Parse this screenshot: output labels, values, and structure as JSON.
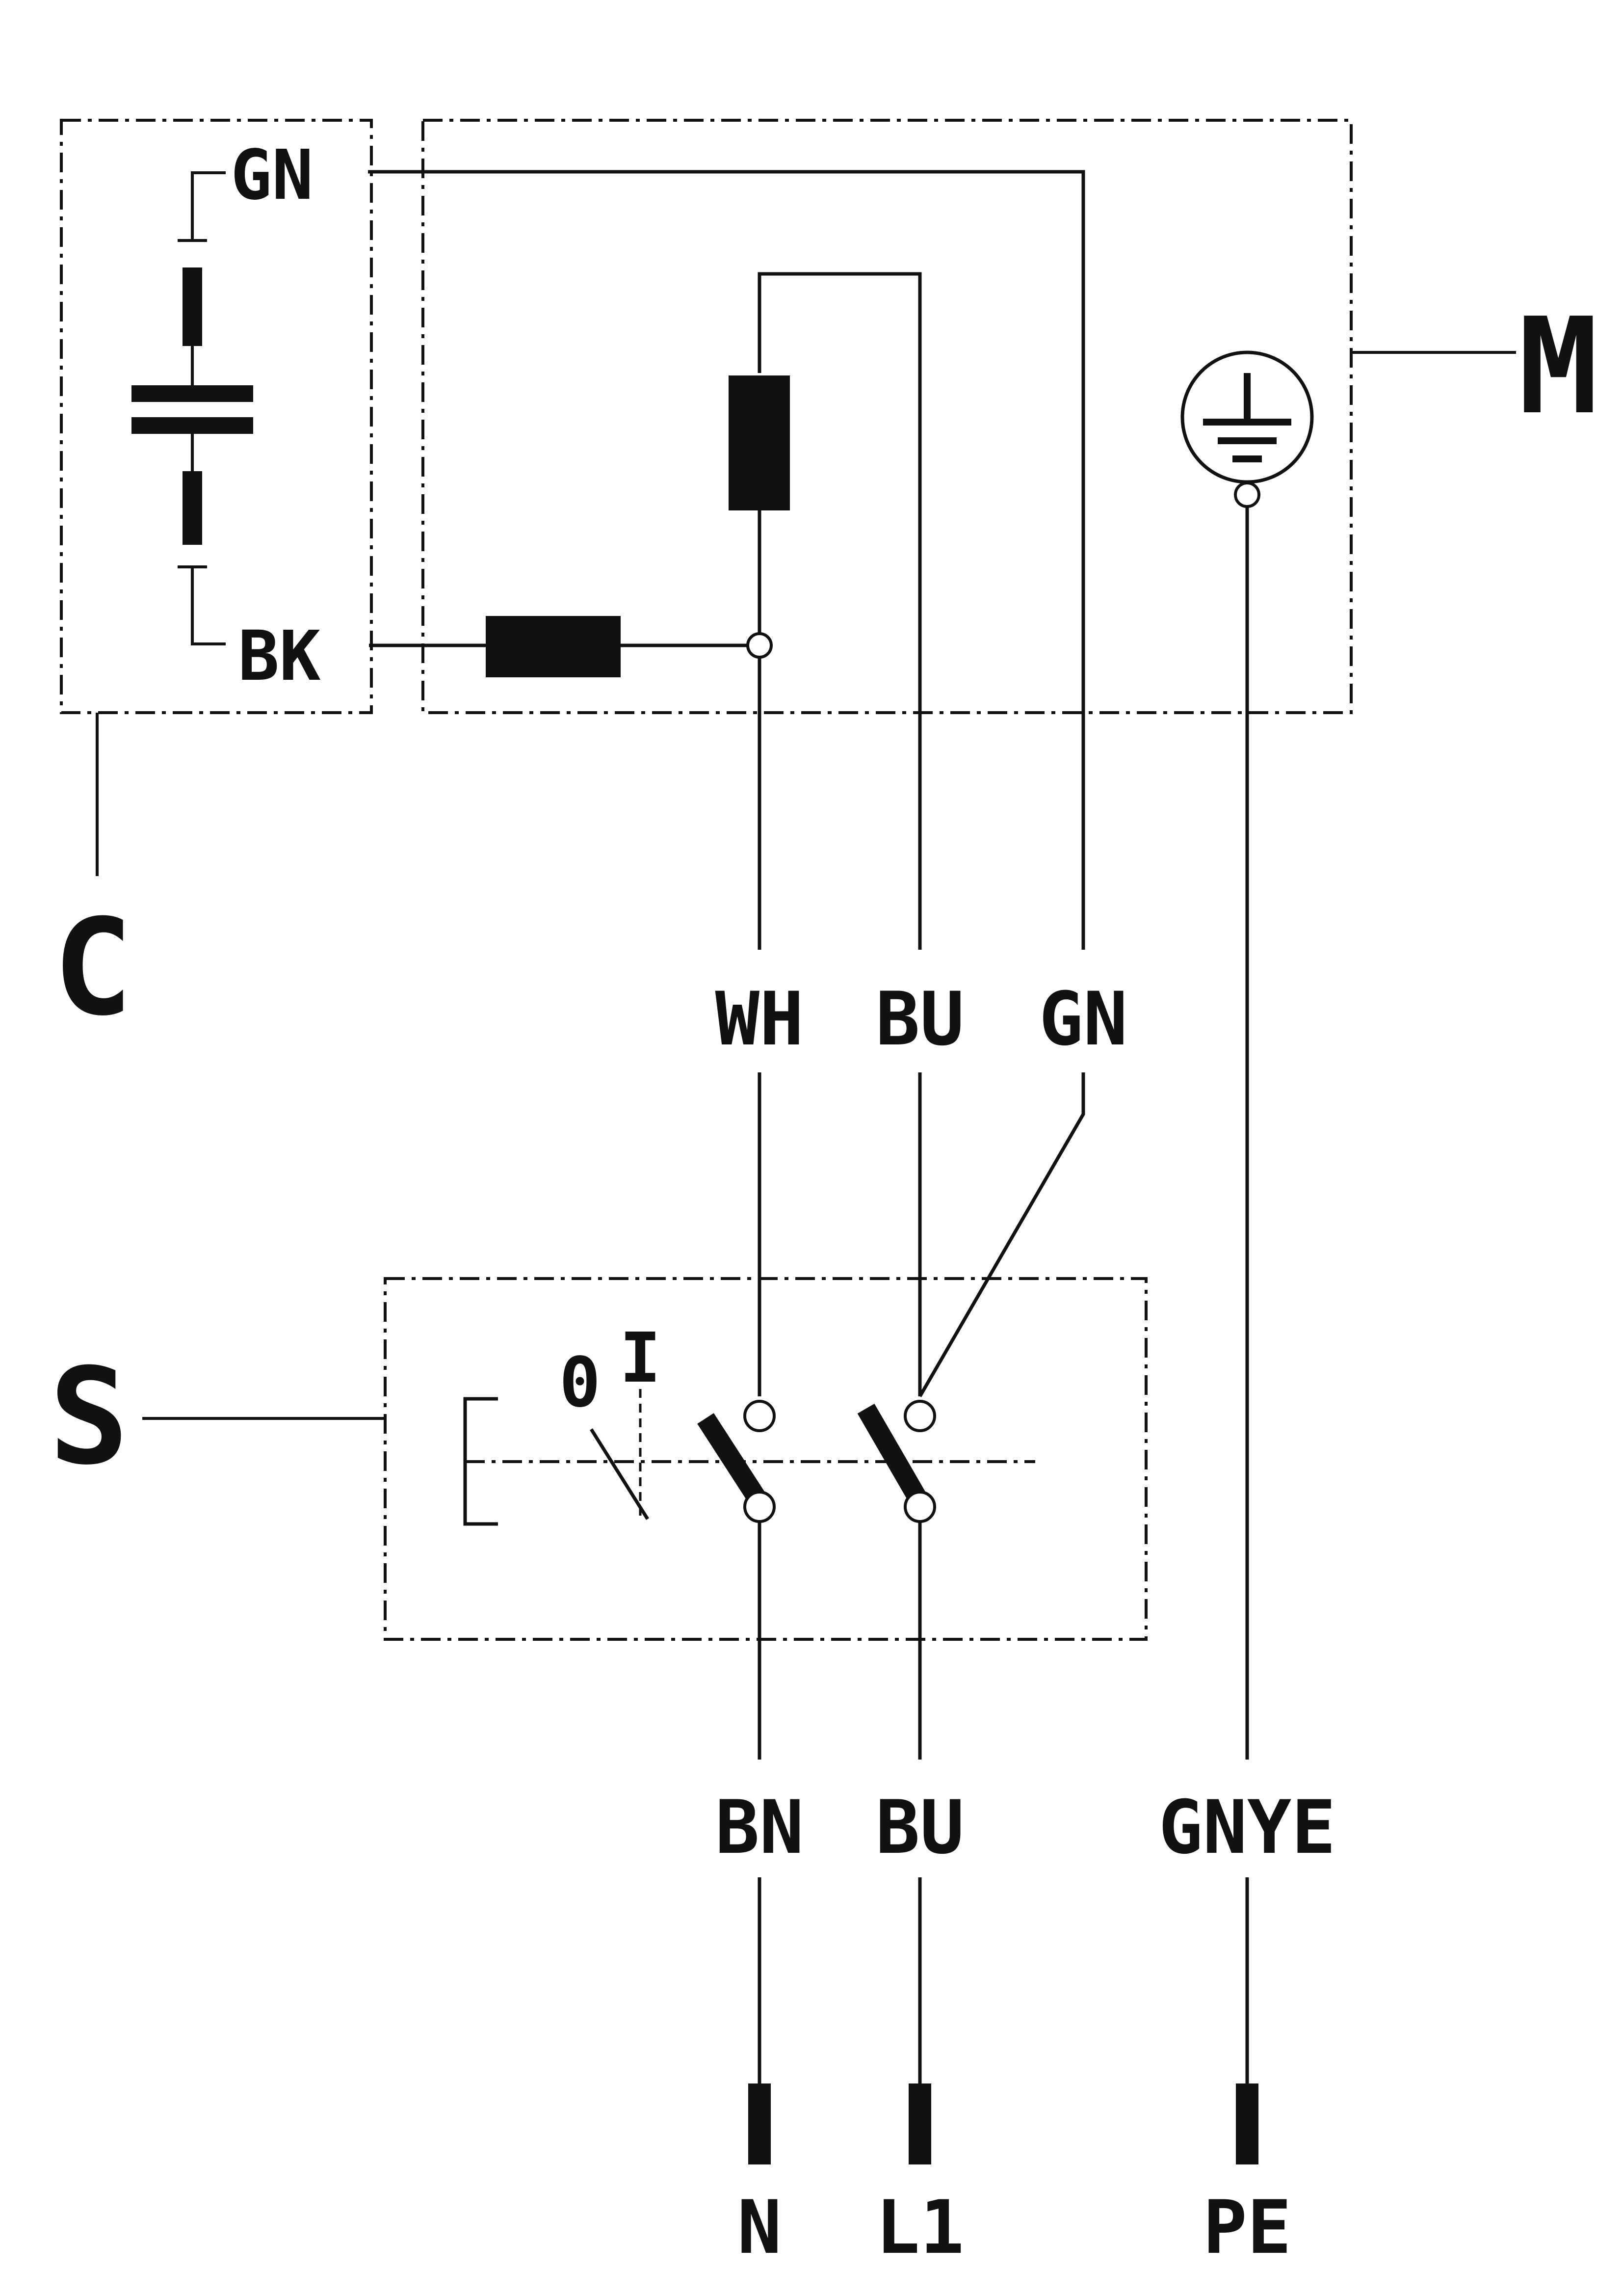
{
  "colors": {
    "ink": "#111111",
    "paper": "#ffffff"
  },
  "labels": {
    "capacitor": "C",
    "motor": "M",
    "switch": "S",
    "switch_off": "0",
    "switch_on": "I"
  },
  "capacitor_wires": {
    "top": "GN",
    "bottom": "BK"
  },
  "motor_wires": [
    "WH",
    "BU",
    "GN"
  ],
  "supply_wires": [
    "BN",
    "BU",
    "GNYE"
  ],
  "terminals": [
    "N",
    "L1",
    "PE"
  ],
  "icons": {
    "ground": "protective-earth-icon"
  }
}
